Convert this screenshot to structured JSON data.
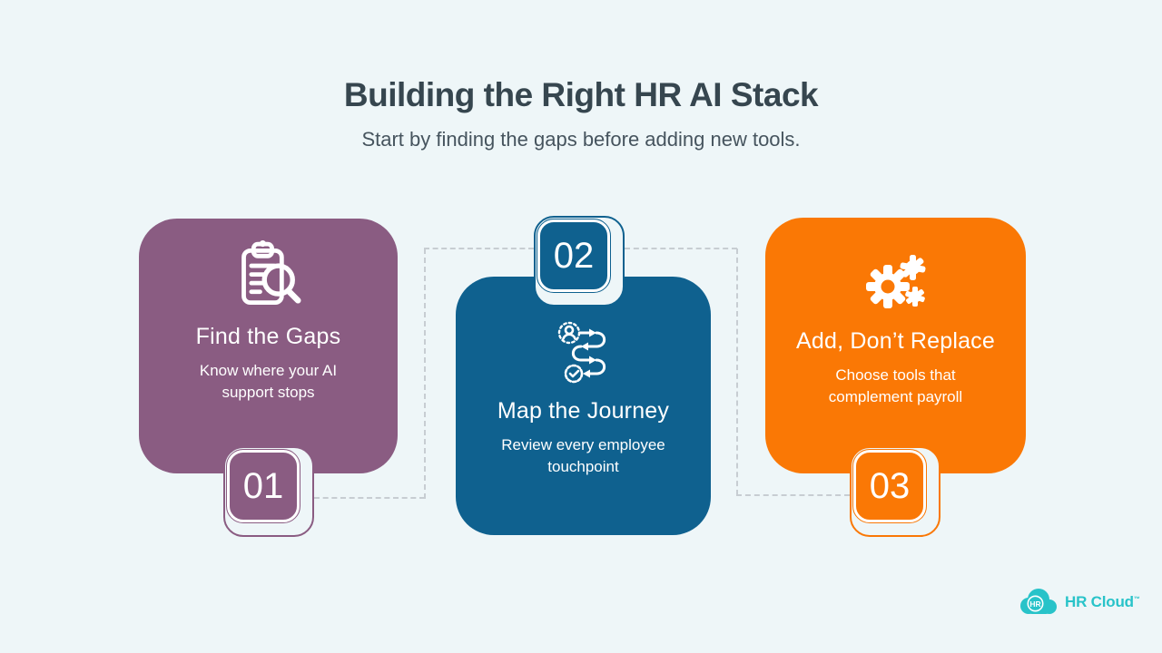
{
  "header": {
    "title": "Building the Right HR AI Stack",
    "subtitle": "Start by finding the gaps before adding new tools."
  },
  "steps": [
    {
      "number": "01",
      "title": "Find the Gaps",
      "description": "Know where your AI support stops",
      "color": "#8A5C82",
      "icon": "clipboard-search-icon",
      "badge_position": "bottom"
    },
    {
      "number": "02",
      "title": "Map the Journey",
      "description": "Review every employee touchpoint",
      "color": "#0F618F",
      "icon": "journey-map-icon",
      "badge_position": "top"
    },
    {
      "number": "03",
      "title": "Add, Don’t Replace",
      "description": "Choose tools that complement payroll",
      "color": "#FA7805",
      "icon": "gears-icon",
      "badge_position": "bottom"
    }
  ],
  "branding": {
    "cloud_monogram": "HR",
    "wordmark": "HR Cloud",
    "trademark": "™",
    "color": "#28C3C9"
  },
  "colors": {
    "background": "#EEF6F8",
    "heading": "#36464F",
    "subheading": "#46545E",
    "connector": "#C7CDD2"
  }
}
